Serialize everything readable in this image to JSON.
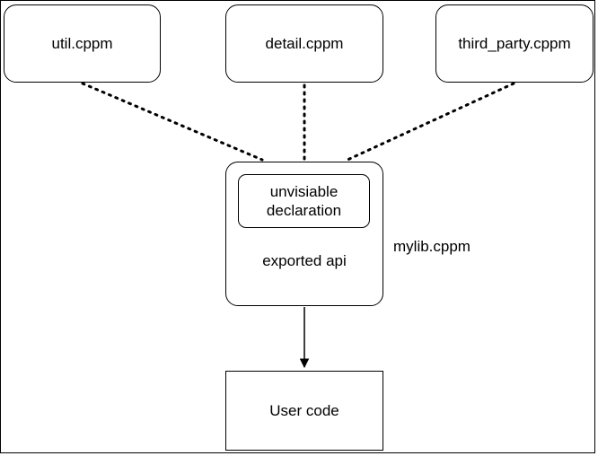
{
  "diagram": {
    "modules": [
      {
        "label": "util.cppm"
      },
      {
        "label": "detail.cppm"
      },
      {
        "label": "third_party.cppm"
      }
    ],
    "library": {
      "file_label": "mylib.cppm",
      "hidden_box_label": "unvisiable declaration",
      "hidden_box_line1": "unvisiable",
      "hidden_box_line2": "declaration",
      "api_label": "exported api"
    },
    "consumer": {
      "label": "User code"
    },
    "edges": [
      {
        "from": "util.cppm",
        "to": "mylib.cppm",
        "style": "dotted"
      },
      {
        "from": "detail.cppm",
        "to": "mylib.cppm",
        "style": "dotted"
      },
      {
        "from": "third_party.cppm",
        "to": "mylib.cppm",
        "style": "dotted"
      },
      {
        "from": "mylib.cppm",
        "to": "User code",
        "style": "arrow"
      }
    ]
  }
}
